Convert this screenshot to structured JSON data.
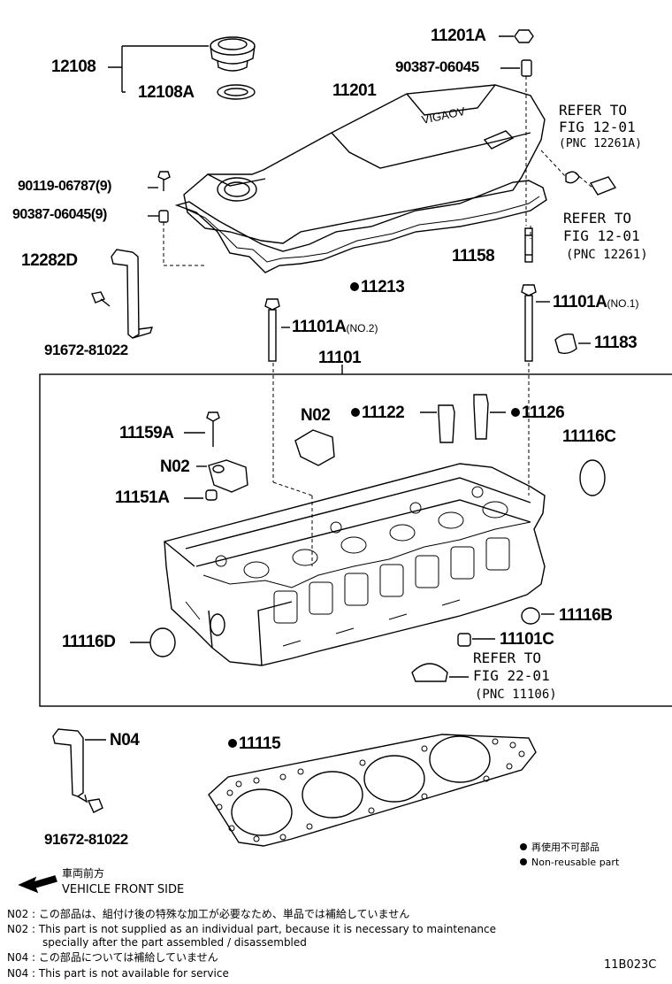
{
  "parts": {
    "p12108": "12108",
    "p12108A": "12108A",
    "p11201A": "11201A",
    "p90387_top": "90387-06045",
    "p11201": "11201",
    "p90119": "90119-06787(9)",
    "p90387_9": "90387-06045(9)",
    "p12282D": "12282D",
    "p11158": "11158",
    "p11213": "11213",
    "p91672_a": "91672-81022",
    "p11101A_no2": "11101A",
    "no2_tag": "(NO.2)",
    "p11101A_no1": "11101A",
    "no1_tag": "(NO.1)",
    "p11183": "11183",
    "p11101": "11101",
    "p11159A": "11159A",
    "n02_a": "N02",
    "n02_b": "N02",
    "p11151A": "11151A",
    "p11122": "11122",
    "p11126": "11126",
    "p11116C": "11116C",
    "p11116B": "11116B",
    "p11116D": "11116D",
    "p11101C": "11101C",
    "n04": "N04",
    "p11115": "11115",
    "p91672_b": "91672-81022"
  },
  "refs": {
    "r1_l1": "REFER TO",
    "r1_l2": "FIG 12-01",
    "r1_l3": "(PNC 12261A)",
    "r2_l1": "REFER TO",
    "r2_l2": "FIG 12-01",
    "r2_l3": "(PNC 12261)",
    "r3_l1": "REFER TO",
    "r3_l2": "FIG 22-01",
    "r3_l3": "(PNC 11106)"
  },
  "legend": {
    "jp": "再使用不可部品",
    "en": "Non-reusable part"
  },
  "vehicle": {
    "jp": "車両前方",
    "en": "VEHICLE FRONT SIDE"
  },
  "notes": {
    "n1": "N02 : この部品は、組付け後の特殊な加工が必要なため、単品では補給していません",
    "n2": "N02 : This part is not supplied as an individual part, because it is necessary to maintenance",
    "n3": "specially after the part assembled / disassembled",
    "n4": "N04 : この部品については補給していません",
    "n5": "N04 : This part is not available for service"
  },
  "figure_code": "11B023C"
}
